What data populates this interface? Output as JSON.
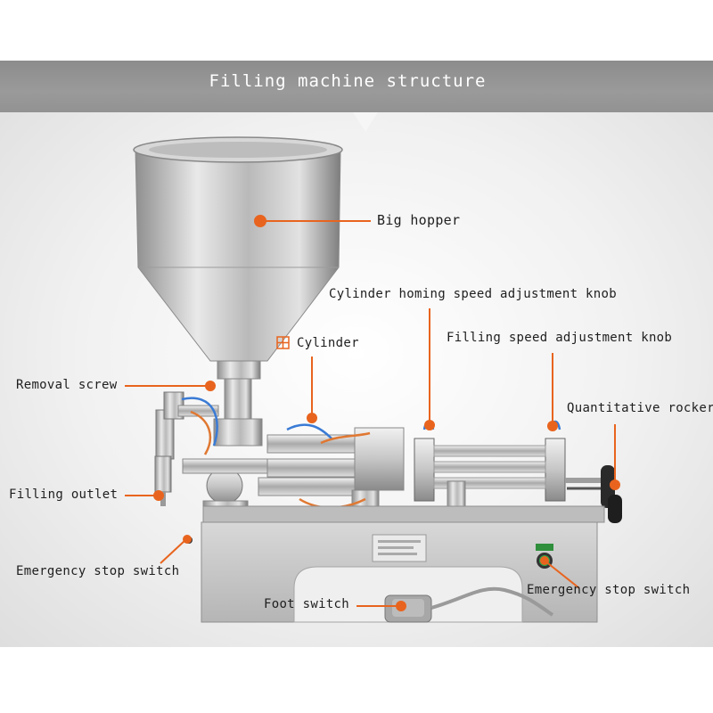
{
  "title": "Filling machine structure",
  "accent_color": "#e8641e",
  "labels": {
    "big_hopper": "Big hopper",
    "cylinder_homing": "Cylinder homing speed adjustment knob",
    "cylinder": "Cylinder",
    "filling_speed": "Filling speed adjustment knob",
    "removal_screw": "Removal screw",
    "quantitative_rocker": "Quantitative rocker",
    "filling_outlet": "Filling outlet",
    "emergency_stop_left": "Emergency stop switch",
    "emergency_stop_right": "Emergency stop switch",
    "foot_switch": "Foot switch"
  },
  "icons": {
    "cylinder_marker": "grid-square-icon"
  }
}
